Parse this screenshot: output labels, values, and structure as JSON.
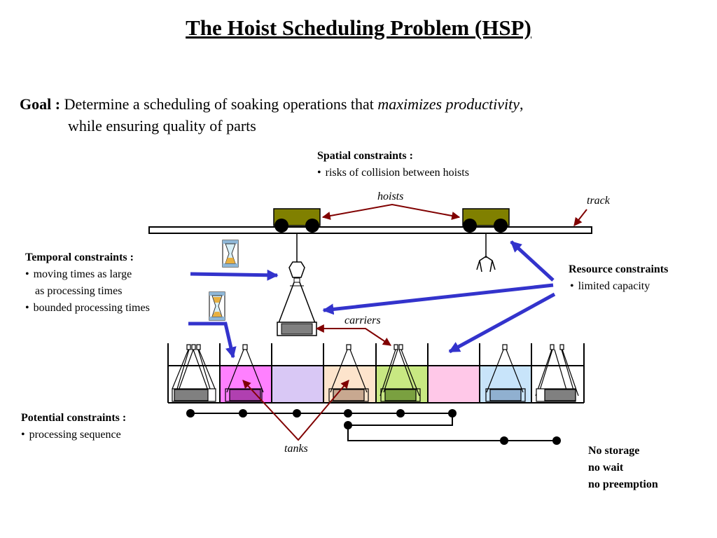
{
  "title": "The Hoist Scheduling Problem (HSP)",
  "goal": {
    "label": "Goal :",
    "text_before": "Determine a scheduling of soaking operations that",
    "emphasis": "maximizes productivity",
    "text_after": ",",
    "line2": "while ensuring quality of parts"
  },
  "spatial": {
    "heading": "Spatial constraints :",
    "items": [
      "risks of collision between hoists"
    ]
  },
  "temporal": {
    "heading": "Temporal constraints :",
    "items": [
      "moving times as large",
      "as processing times",
      "bounded processing times"
    ]
  },
  "resource": {
    "heading": "Resource constraints",
    "items": [
      "limited capacity"
    ]
  },
  "potential": {
    "heading": "Potential constraints :",
    "items": [
      "processing sequence"
    ]
  },
  "labels": {
    "hoists": "hoists",
    "track": "track",
    "carriers": "carriers",
    "tanks": "tanks"
  },
  "notes": [
    "No storage",
    "no wait",
    "no preemption"
  ],
  "colors": {
    "hoist_body": "#808000",
    "constraint_arrow": "#3333cc",
    "label_arrow": "#800000",
    "carrier_fill": "#808080",
    "tank_colors": [
      "#ffffff",
      "#ff80ff",
      "#d9c8f5",
      "#fde4cc",
      "#c8e882",
      "#ffc8e8",
      "#c8e4fa",
      "#ffffff"
    ]
  },
  "icons": [
    "hourglass-icon",
    "hourglass-icon"
  ]
}
